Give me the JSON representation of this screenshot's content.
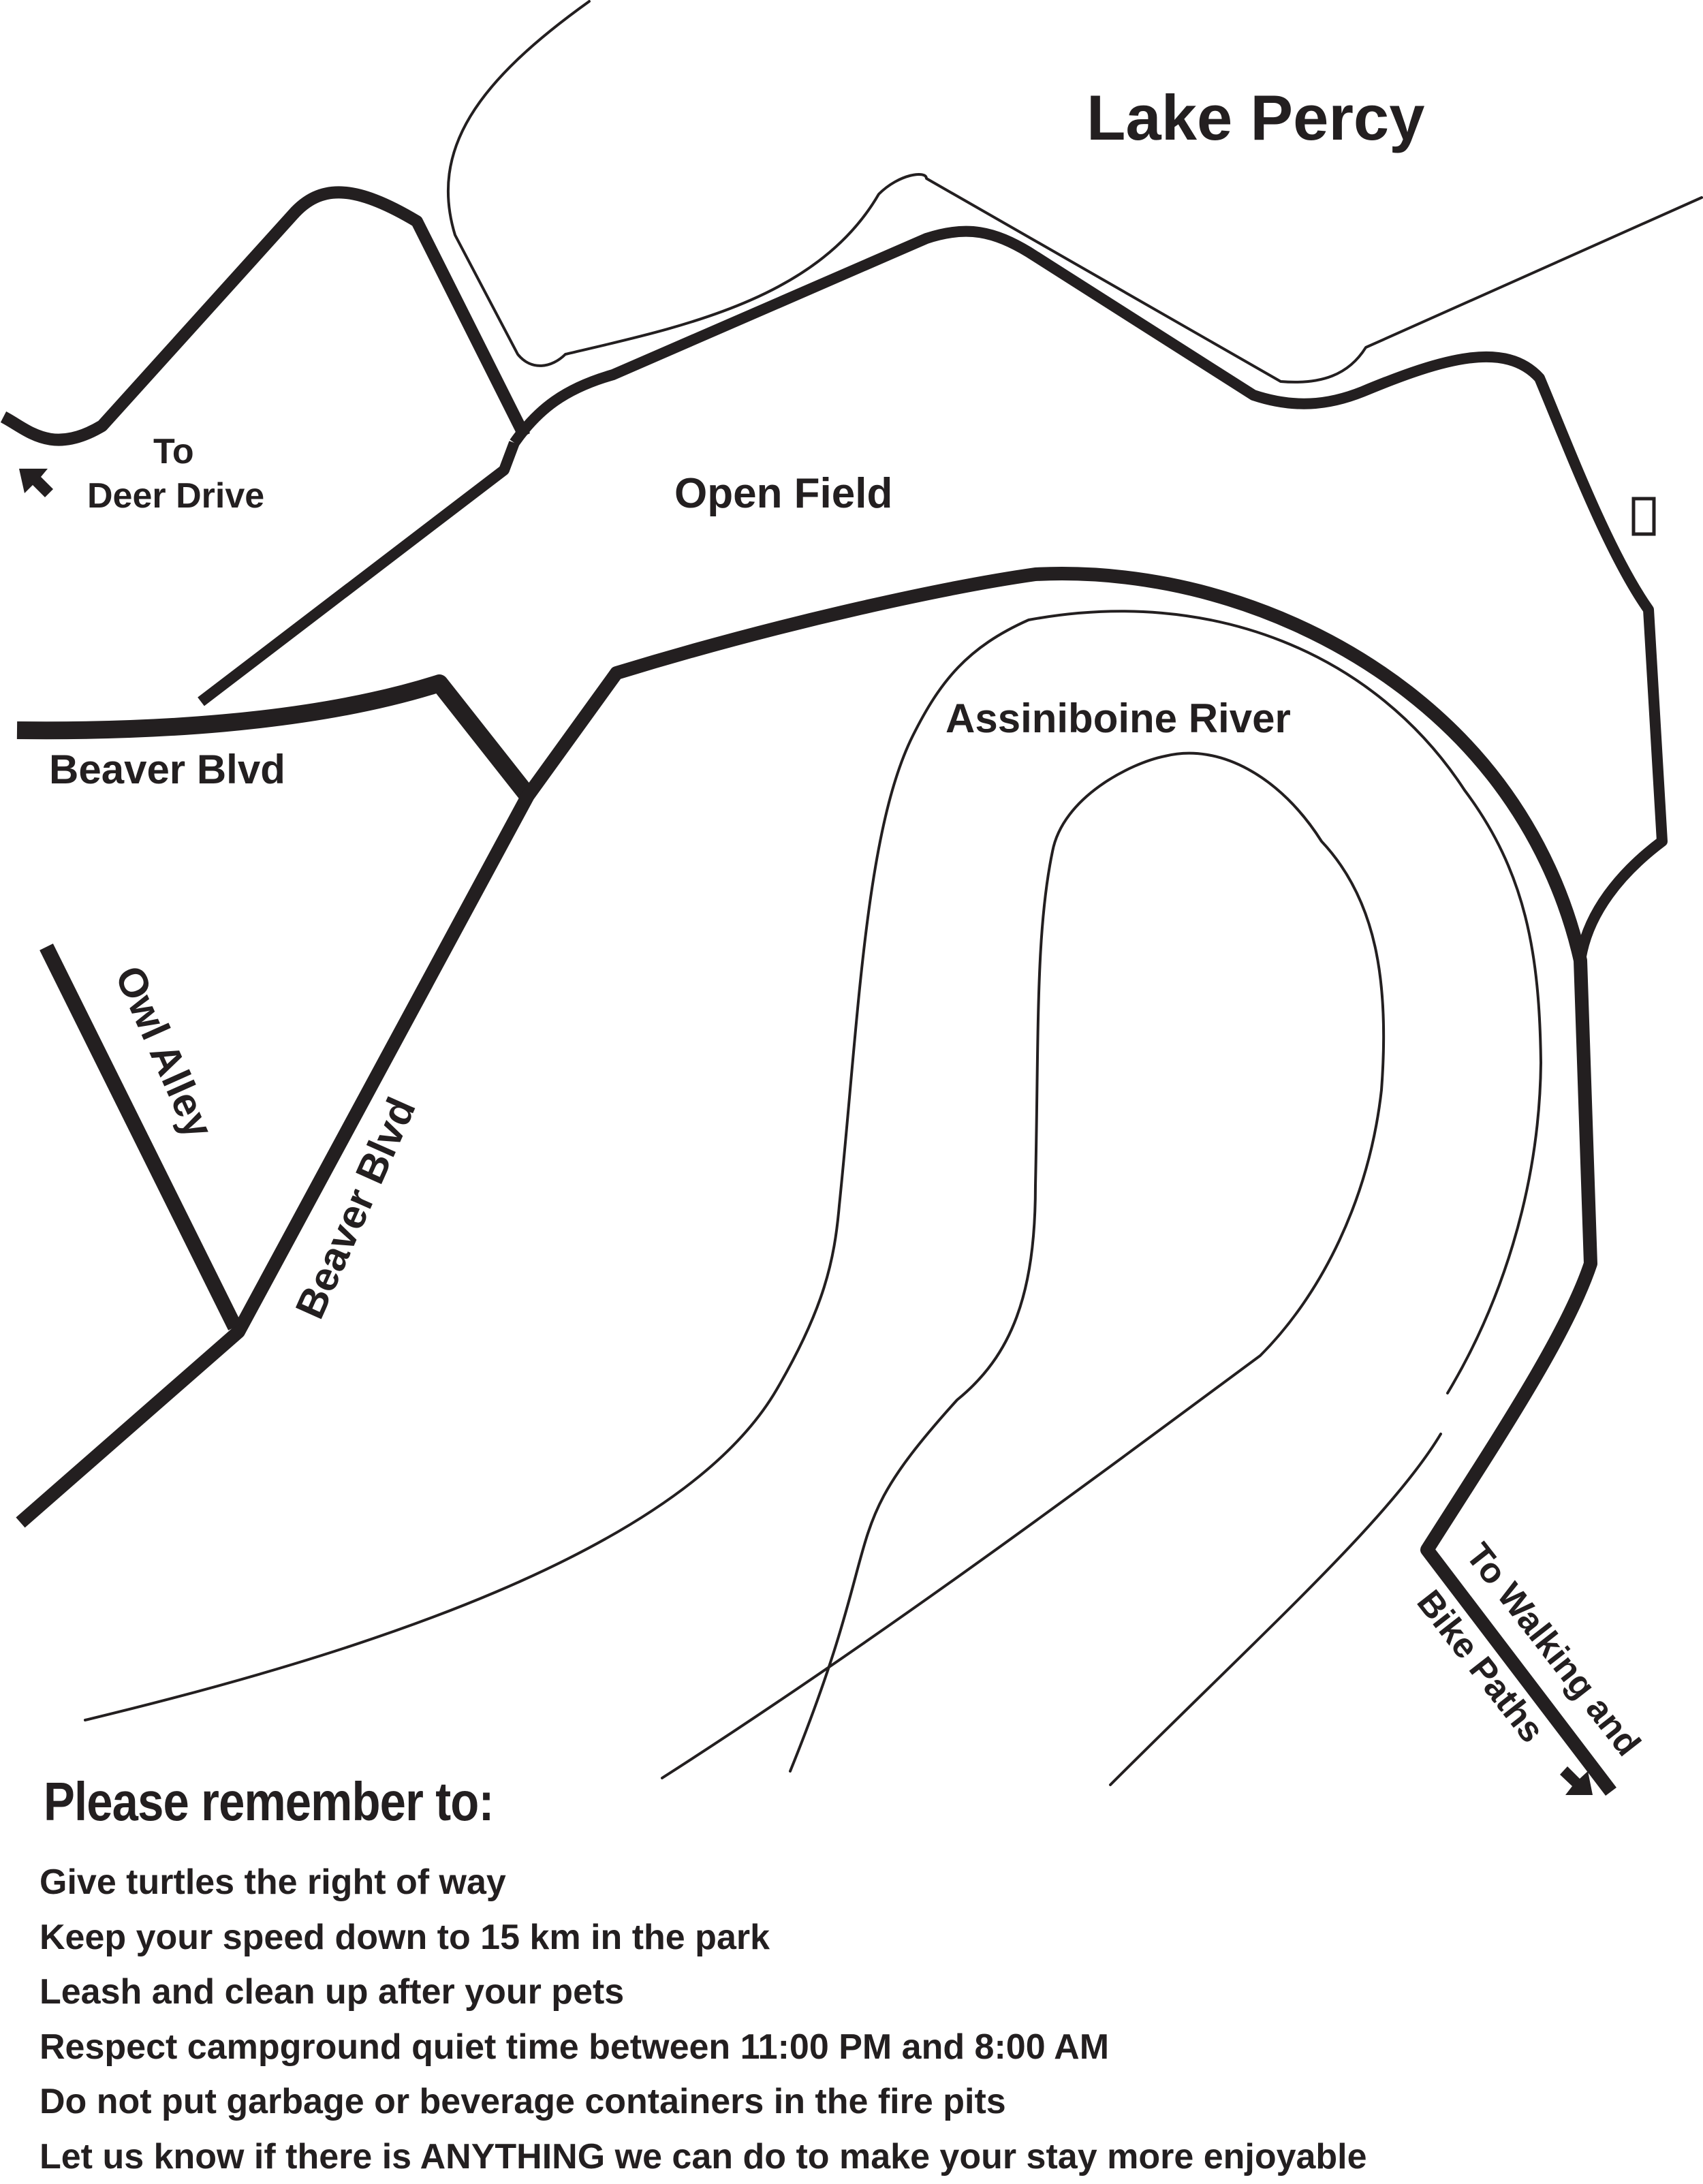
{
  "map": {
    "title": "Lake Percy",
    "labels": {
      "to_deer_drive_line1": "To",
      "to_deer_drive_line2": "Deer Drive",
      "open_field": "Open Field",
      "assiniboine_river": "Assiniboine River",
      "beaver_blvd_horizontal": "Beaver Blvd",
      "beaver_blvd_diagonal": "Beaver Blvd",
      "owl_alley": "Owl Alley",
      "to_walking_line1": "To Walking and",
      "to_walking_line2": "Bike Paths"
    },
    "icons": [
      "arrow-up-left-icon",
      "arrow-down-right-icon",
      "small-square-marker-icon"
    ],
    "colors": {
      "ink": "#231f20",
      "background": "#ffffff"
    }
  },
  "notes": {
    "title": "Please remember to:",
    "items": [
      "Give turtles the right of way",
      "Keep your speed down to 15 km in the park",
      "Leash and clean up after your pets",
      "Respect campground quiet time between 11:00 PM and 8:00 AM",
      "Do not put garbage or beverage containers in the fire pits",
      "Let us know if there is ANYTHING we can do to make your stay more enjoyable"
    ]
  }
}
